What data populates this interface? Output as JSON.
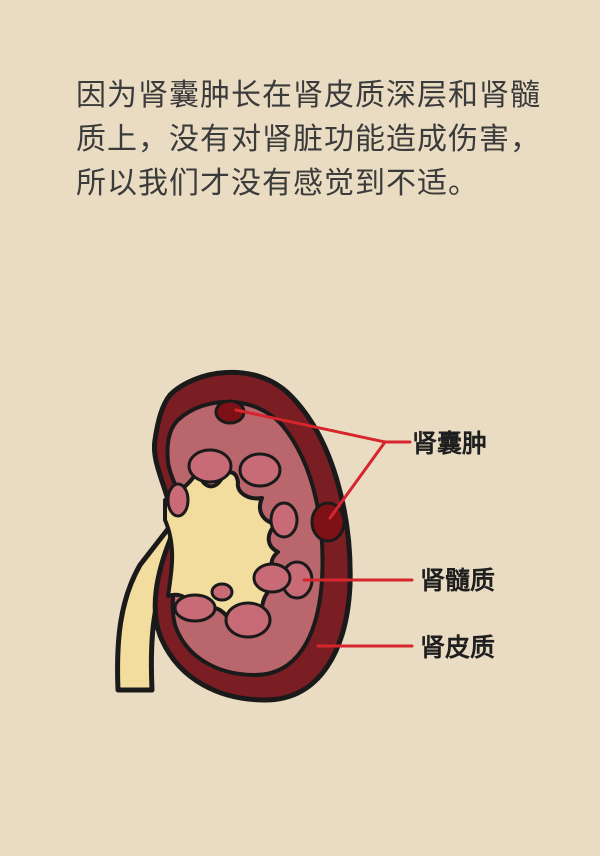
{
  "caption": "因为肾囊肿长在肾皮质深层和肾髓质上，没有对肾脏功能造成伤害，所以我们才没有感觉到不适。",
  "labels": {
    "cyst": "肾囊肿",
    "medulla": "肾髓质",
    "cortex": "肾皮质"
  },
  "colors": {
    "background": "#e9dcc2",
    "cortex": "#7a1e24",
    "medulla": "#b9666c",
    "pyramid": "#c96b76",
    "pelvis": "#f2dc9e",
    "cyst": "#7d1116",
    "pointer": "#d6252c"
  }
}
